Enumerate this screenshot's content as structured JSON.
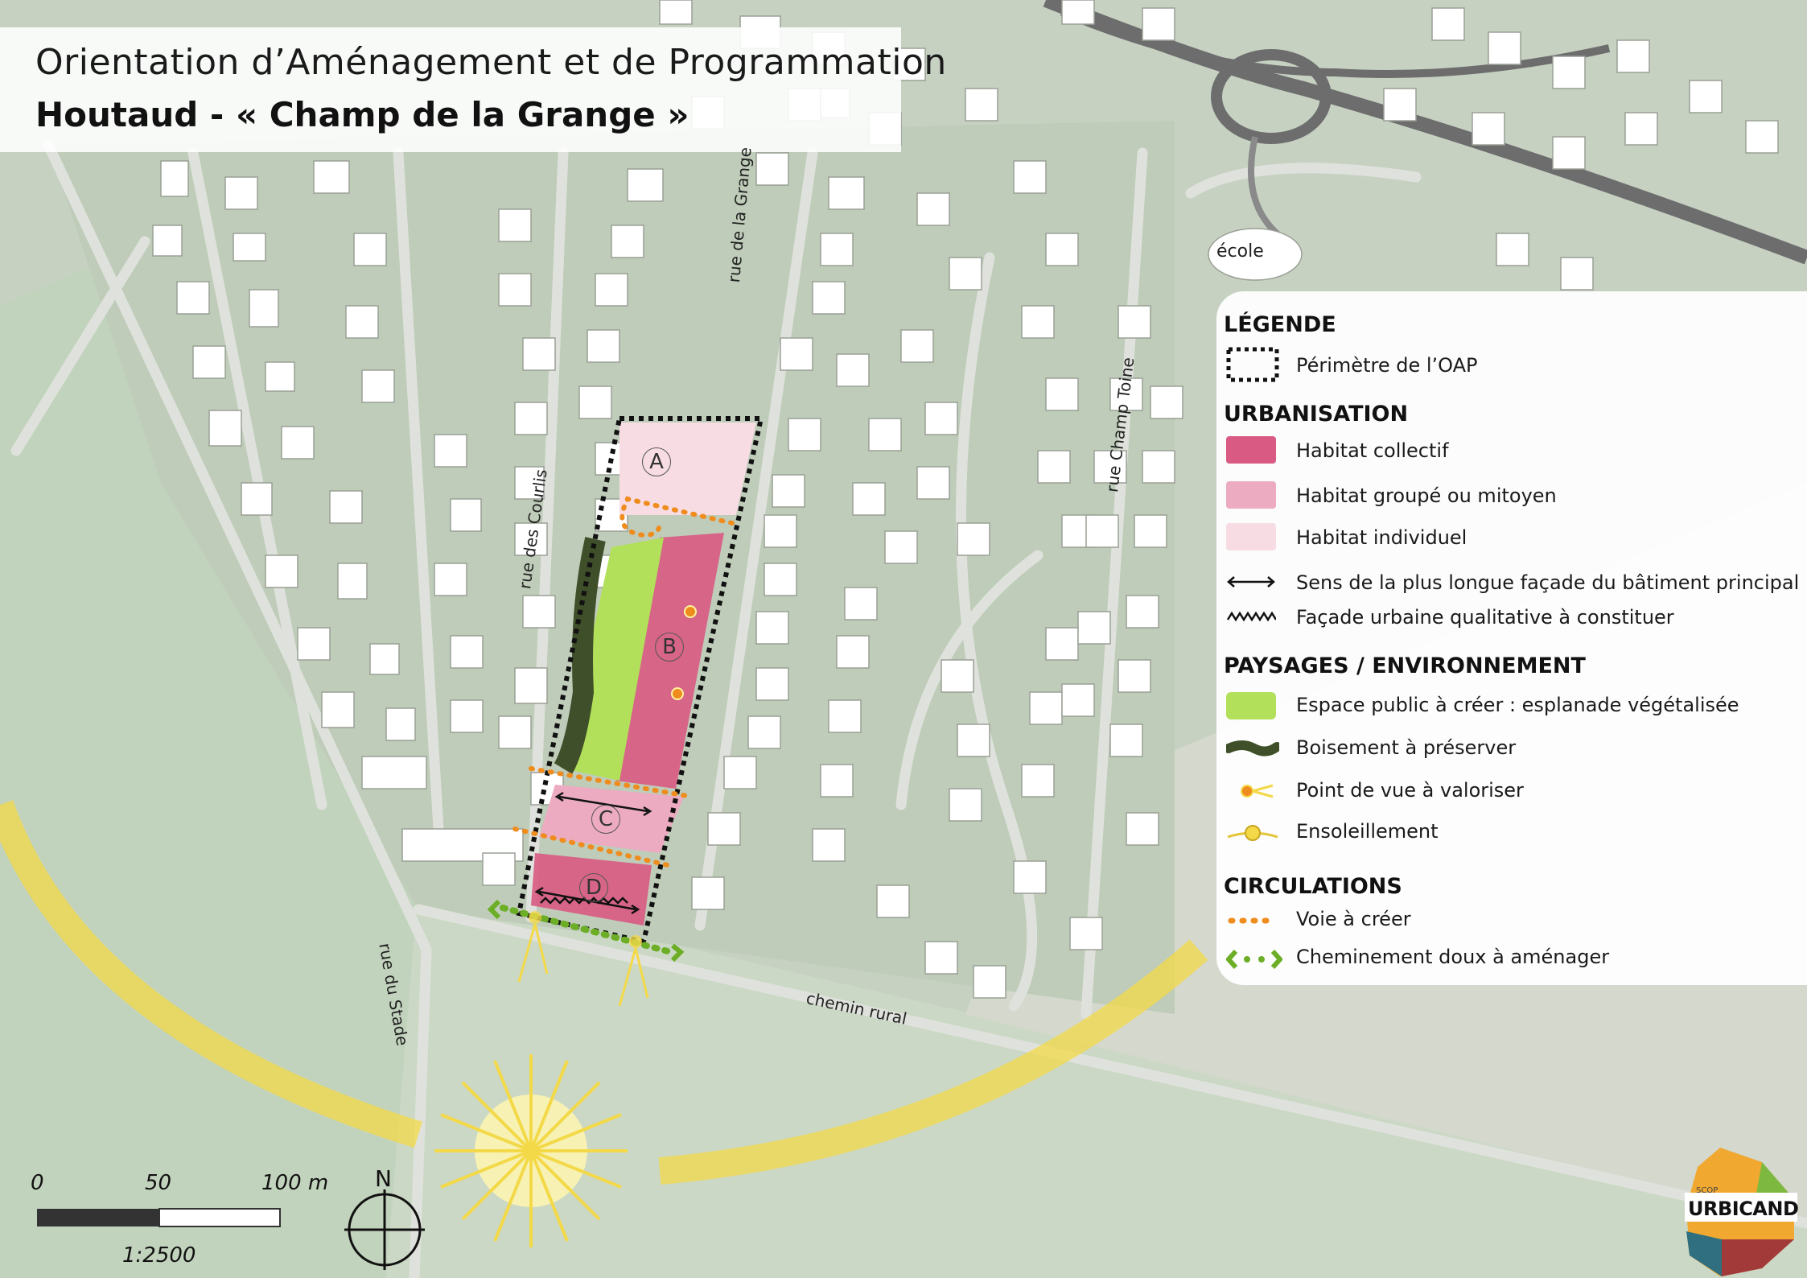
{
  "title": {
    "line1": "Orientation d’Aménagement et de Programmation",
    "line2": "Houtaud - « Champ de la Grange »"
  },
  "map_labels": {
    "ecole": "école",
    "rue_grange": "rue de la Grange",
    "rue_courlis": "rue des Courlis",
    "rue_champ_toine": "rue Champ Toine",
    "rue_stade": "rue du Stade",
    "chemin_rural": "chemin rural"
  },
  "zones": [
    "A",
    "B",
    "C",
    "D"
  ],
  "legend": {
    "title": "LÉGENDE",
    "perimetre": "Périmètre de l’OAP",
    "urbanisation": {
      "heading": "URBANISATION",
      "items": [
        "Habitat collectif",
        "Habitat groupé ou mitoyen",
        "Habitat individuel",
        "Sens de la plus longue façade du bâtiment principal",
        "Façade urbaine qualitative à constituer"
      ]
    },
    "paysages": {
      "heading": "PAYSAGES / ENVIRONNEMENT",
      "items": [
        "Espace public à créer : esplanade végétalisée",
        "Boisement à préserver",
        "Point de vue à valoriser",
        "Ensoleillement"
      ]
    },
    "circulations": {
      "heading": "CIRCULATIONS",
      "items": [
        "Voie à créer",
        "Cheminement doux à aménager"
      ]
    }
  },
  "colors": {
    "habitat_collectif": "#d95a83",
    "habitat_groupe": "#ecabc0",
    "habitat_individuel": "#f7dce4",
    "espace_public": "#b2e05a",
    "boisement": "#3f4f2a",
    "voie": "#ef8c1e",
    "cheminement": "#6cae26",
    "sun": "#f3d948"
  },
  "scale": {
    "s0": "0",
    "s50": "50",
    "s100": "100 m",
    "ratio": "1:2500"
  },
  "north": "N",
  "logo": {
    "name": "URBICAND",
    "small": "SCOP"
  }
}
